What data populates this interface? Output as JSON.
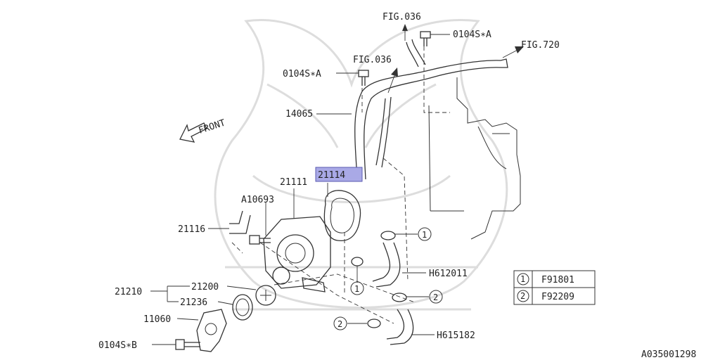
{
  "labels": {
    "fig036_top": "FIG.036",
    "fig036_mid": "FIG.036",
    "fig720": "FIG.720",
    "bolt_a_top": "0104S∗A",
    "bolt_a_left": "0104S∗A",
    "bolt_b": "0104S∗B",
    "p14065": "14065",
    "front": "FRONT",
    "p21114": "21114",
    "p21111": "21111",
    "pA10693": "A10693",
    "p21116": "21116",
    "p21210": "21210",
    "p21200": "21200",
    "p21236": "21236",
    "p11060": "11060",
    "pH612011": "H612011",
    "pH615182": "H615182",
    "callout1": "1",
    "callout2": "2",
    "ref_code": "A035001298"
  },
  "legend": {
    "rows": [
      {
        "num": "1",
        "part": "F91801"
      },
      {
        "num": "2",
        "part": "F92209"
      }
    ]
  },
  "colors": {
    "highlight": "#a9a9e6",
    "line": "#333333",
    "watermark": "#dddddd"
  }
}
